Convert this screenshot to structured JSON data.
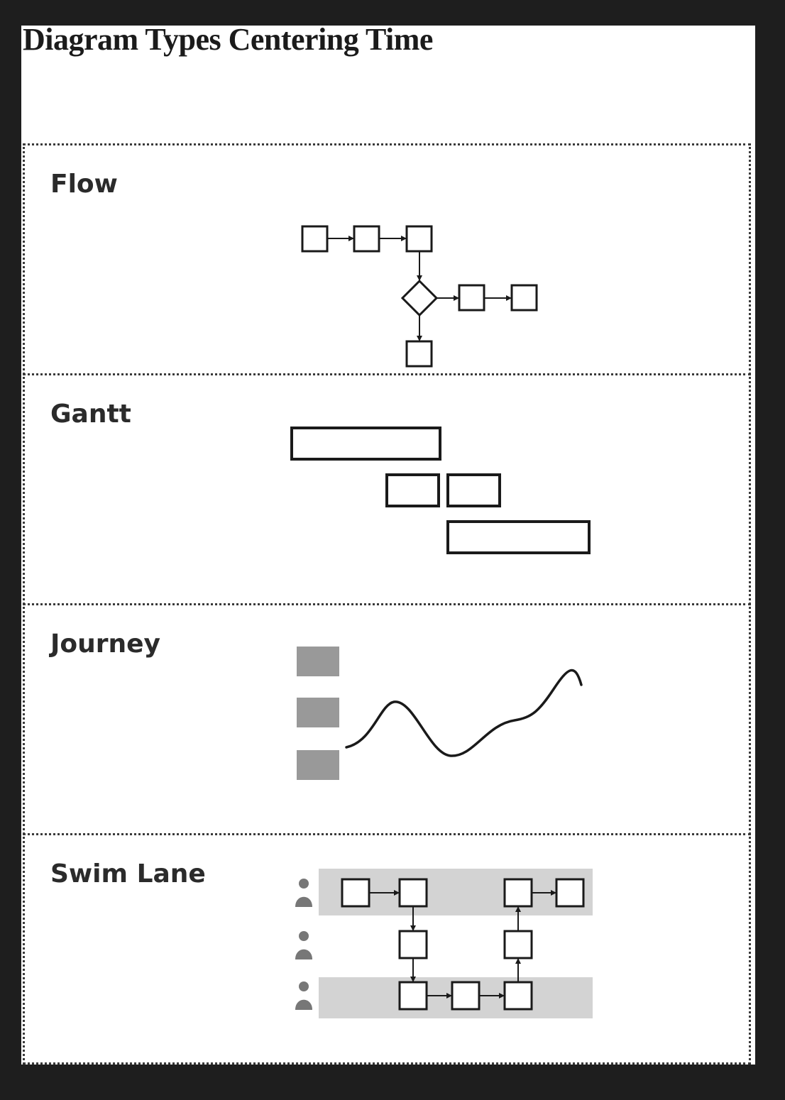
{
  "title": "Diagram Types Centering Time",
  "sections": [
    {
      "label": "Flow"
    },
    {
      "label": "Gantt"
    },
    {
      "label": "Journey"
    },
    {
      "label": "Swim Lane"
    }
  ],
  "icons": {
    "swimlane_person": "person-icon"
  },
  "colors": {
    "background": "#1e1e1e",
    "page": "#ffffff",
    "stroke": "#1a1a1a",
    "journey_block": "#999999",
    "lane_fill": "#d3d3d3",
    "person": "#777777"
  }
}
